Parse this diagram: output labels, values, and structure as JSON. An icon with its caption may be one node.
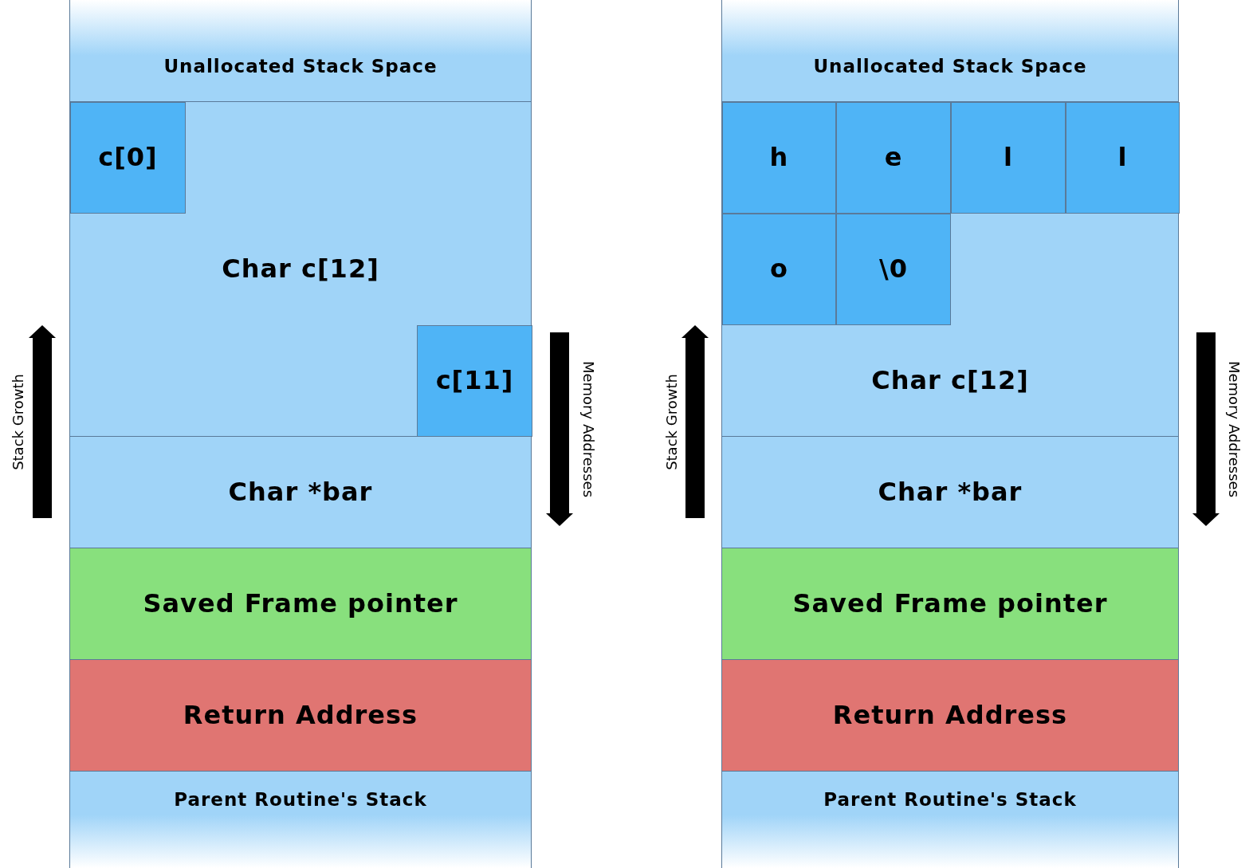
{
  "diagram": {
    "nodes": [
      {
        "text": [
          "Unallocated Stack Space"
        ]
      },
      {
        "text": [
          "Char c[12]"
        ]
      },
      {
        "text": [
          "c[0]"
        ],
        "in": 1
      },
      {
        "text": [
          "c[11]"
        ],
        "in": 1
      },
      {
        "text": [
          "Char *bar"
        ]
      },
      {
        "text": [
          "Saved Frame pointer"
        ]
      },
      {
        "text": [
          "Return Address"
        ]
      },
      {
        "text": [
          "Parent Routine's Stack"
        ]
      },
      {
        "text": [
          "Unallocated Stack Space"
        ]
      },
      {
        "text": [
          "Char c[12]"
        ]
      },
      {
        "text": [
          "h"
        ],
        "in": 9
      },
      {
        "text": [
          "e"
        ],
        "in": 9
      },
      {
        "text": [
          "l"
        ],
        "in": 9
      },
      {
        "text": [
          "l"
        ],
        "in": 9
      },
      {
        "text": [
          "o"
        ],
        "in": 9
      },
      {
        "text": [
          "\\0"
        ],
        "in": 9
      },
      {
        "text": [
          "Char *bar"
        ]
      },
      {
        "text": [
          "Saved Frame pointer"
        ]
      },
      {
        "text": [
          "Return Address"
        ]
      },
      {
        "text": [
          "Parent Routine's Stack"
        ]
      }
    ],
    "edges": [],
    "labels": [
      "Stack Growth",
      "Memory Addresses",
      "Stack Growth",
      "Memory Addresses"
    ]
  }
}
